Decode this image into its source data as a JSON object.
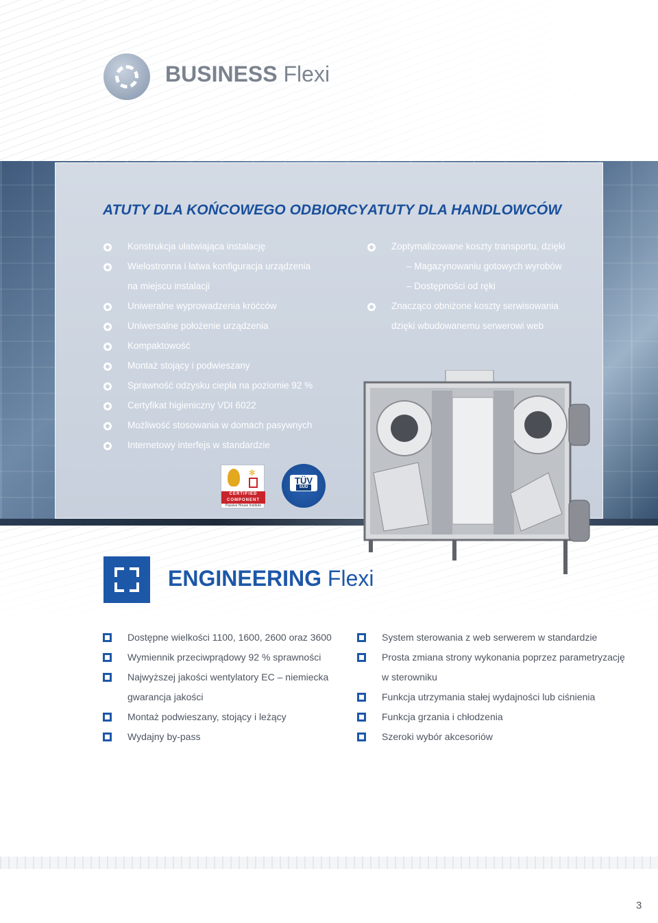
{
  "header": {
    "title_bold": "BUSINESS",
    "title_light": "Flexi",
    "logo_icon": "circle-ring-icon"
  },
  "left_section": {
    "heading": "ATUTY DLA KOŃCOWEGO ODBIORCY",
    "items": [
      "Konstrukcja ułatwiająca instalację",
      "Wielostronna i łatwa konfiguracja urządzenia",
      "na miejscu instalacji",
      "Uniweralne wyprowadzenia króćców",
      "Uniwersalne położenie urządzenia",
      "Kompaktowość",
      "Montaż stojący i podwieszany",
      "Sprawność odzysku ciepła na poziomie 92 %",
      "Certyfikat higieniczny VDI 6022",
      "Możliwość stosowania w domach pasywnych",
      "Internetowy interfejs w standardzie"
    ]
  },
  "right_section": {
    "heading": "ATUTY DLA HANDLOWCÓW",
    "items": [
      "Zoptymalizowane koszty transportu, dzięki",
      "– Magazynowaniu gotowych wyrobów",
      "– Dostępności od ręki",
      "Znacząco obniżone koszty serwisowania",
      "dzięki wbudowanemu serwerowi web"
    ]
  },
  "certificates": {
    "phi_line1": "CERTIFIED",
    "phi_line2": "COMPONENT",
    "phi_footer": "Passive House Institute",
    "tuv_name": "TÜV",
    "tuv_sub": "SÜD"
  },
  "engineering": {
    "title_bold": "ENGINEERING",
    "title_light": "Flexi",
    "logo_icon": "bracket-square-icon",
    "left_items": [
      "Dostępne wielkości 1100, 1600, 2600 oraz 3600",
      "Wymiennik przeciwprądowy 92 % sprawności",
      "Najwyższej jakości wentylatory EC – niemiecka",
      "gwarancja jakości",
      "Montaż podwieszany, stojący i leżący",
      "Wydajny by-pass"
    ],
    "right_items": [
      "System sterowania z web serwerem w standardzie",
      "Prosta zmiana strony wykonania poprzez parametryzację",
      "w sterowniku",
      "Funkcja utrzymania stałej wydajności lub ciśnienia",
      "Funkcja grzania i chłodzenia",
      "Szeroki wybór akcesoriów"
    ]
  },
  "page_number": "3",
  "colors": {
    "brand_blue": "#1d57a8",
    "heading_blue": "#1a4f9c",
    "gray_title": "#7d8591",
    "body_text": "#4d5460"
  }
}
